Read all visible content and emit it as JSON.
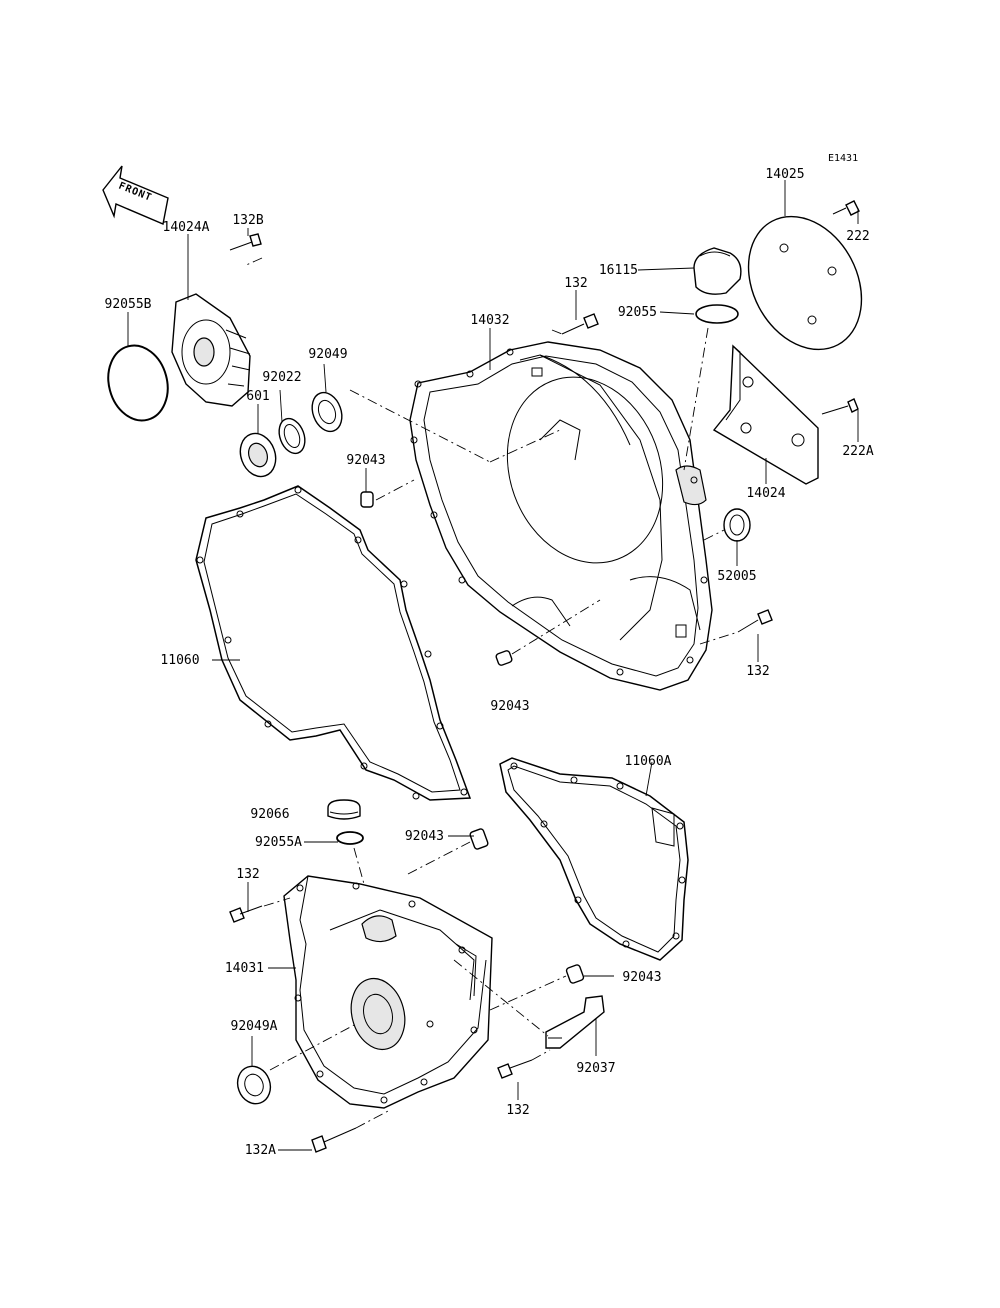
{
  "diagram_code": "E1431",
  "front_label": "FRONT",
  "colors": {
    "ink": "#000000",
    "paper": "#ffffff",
    "shade": "#e6e6e6"
  },
  "labels": {
    "p14025": "14025",
    "p222": "222",
    "p132b": "132B",
    "p14024a": "14024A",
    "p92055b": "92055B",
    "p16115": "16115",
    "p132_top": "132",
    "p92055": "92055",
    "p14032": "14032",
    "p92049": "92049",
    "p92022": "92022",
    "p601": "601",
    "p222a": "222A",
    "p92043_a": "92043",
    "p14024": "14024",
    "p52005": "52005",
    "p11060": "11060",
    "p132_right": "132",
    "p92043_b": "92043",
    "p11060a": "11060A",
    "p92066": "92066",
    "p92055a": "92055A",
    "p92043_c": "92043",
    "p132_left": "132",
    "p14031": "14031",
    "p92043_d": "92043",
    "p92049a": "92049A",
    "p92037": "92037",
    "p132_bottom": "132",
    "p132a": "132A"
  }
}
